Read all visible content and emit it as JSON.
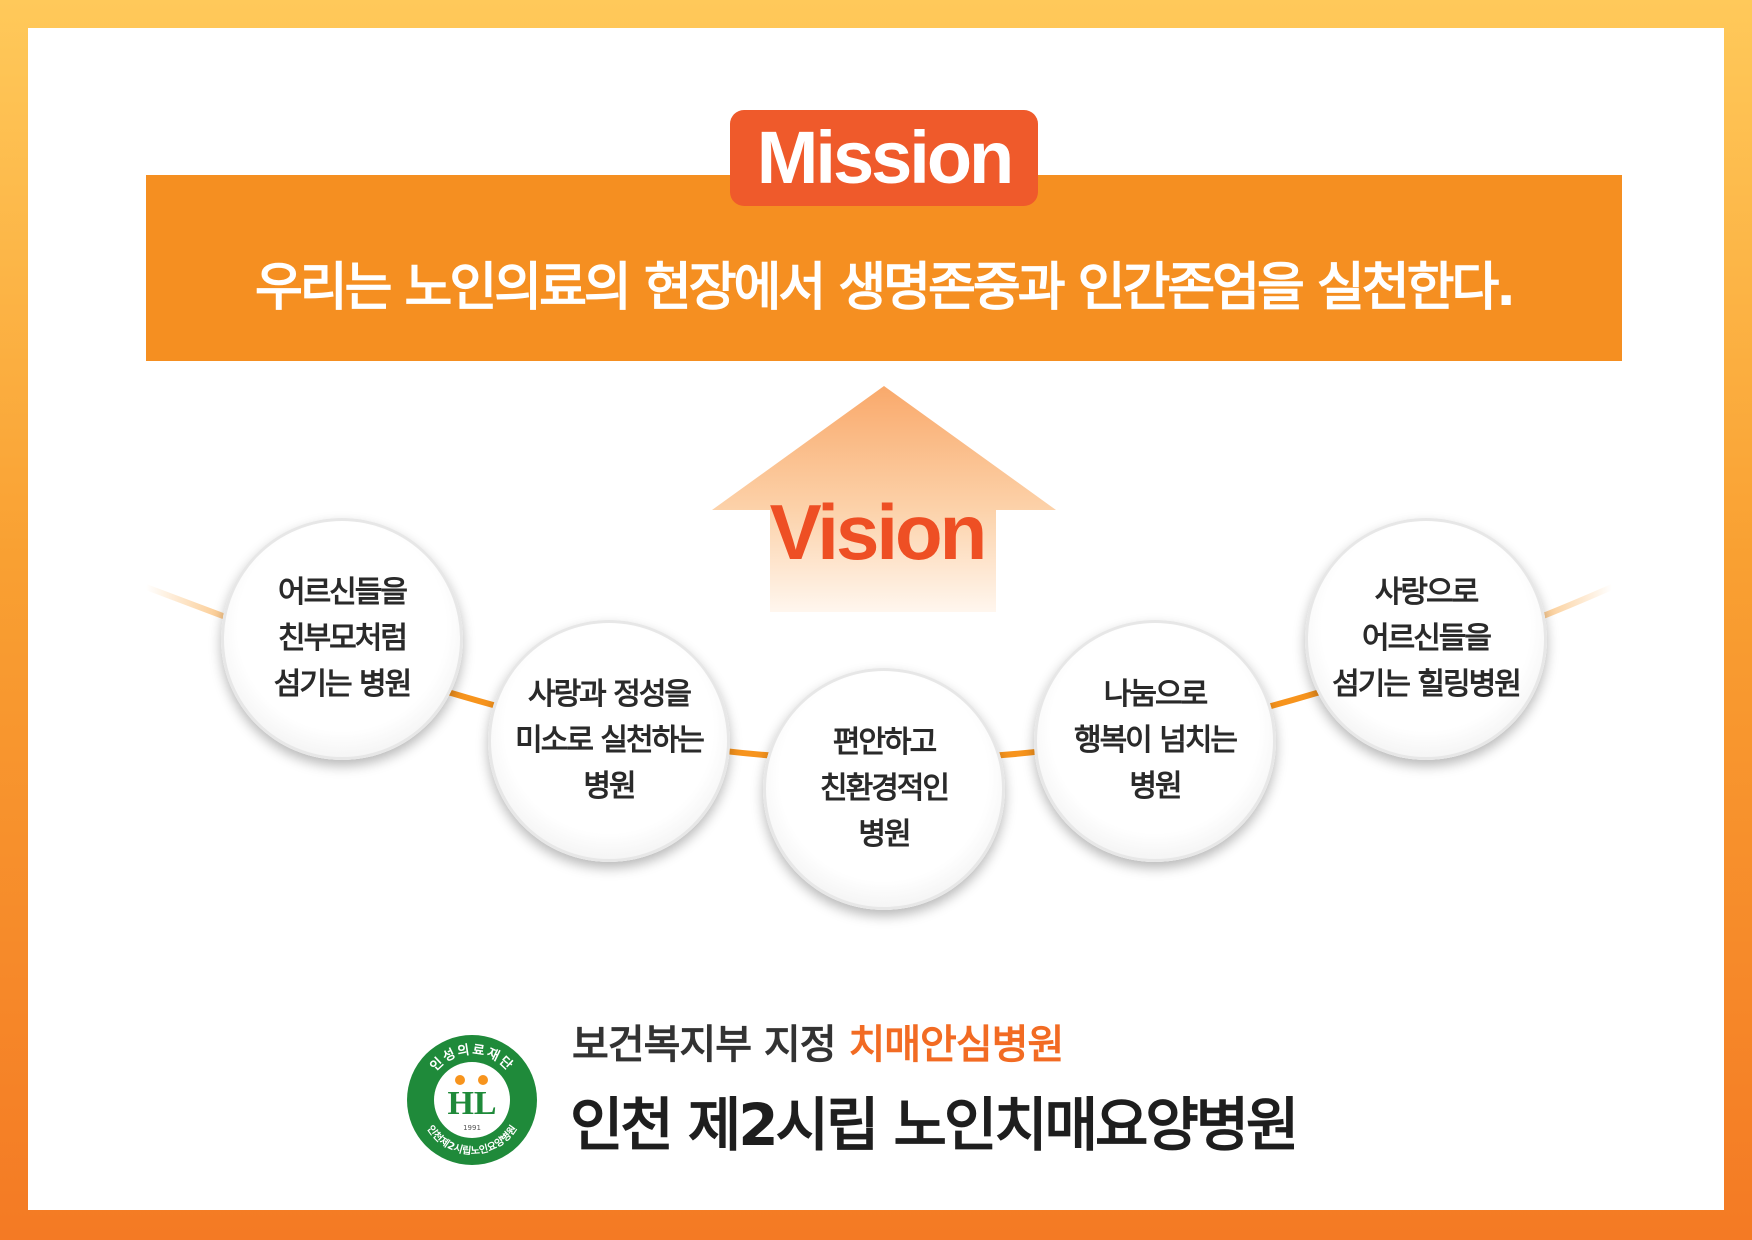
{
  "mission": {
    "label": "Mission",
    "statement": "우리는 노인의료의 현장에서 생명존중과 인간존엄을 실천한다."
  },
  "vision": {
    "label": "Vision",
    "items": [
      {
        "text": "어르신들을\n친부모처럼\n섬기는 병원"
      },
      {
        "text": "사랑과 정성을\n미소로 실천하는\n병원"
      },
      {
        "text": "편안하고\n친환경적인\n병원"
      },
      {
        "text": "나눔으로\n행복이 넘치는\n병원"
      },
      {
        "text": "사랑으로\n어르신들을\n섬기는 힐링병원"
      }
    ]
  },
  "footer": {
    "designation_prefix": "보건복지부 지정 ",
    "designation_highlight": "치매안심병원",
    "hospital_name": "인천 제2시립 노인치매요양병원"
  },
  "logo": {
    "top_text": "인성의료재단",
    "bottom_text": "인천제2시립노인요양병원",
    "letters": "HL",
    "year": "1991"
  },
  "colors": {
    "accent_orange": "#f58f21",
    "mission_tab": "#ef5a2b",
    "vision_text": "#ee4f24",
    "logo_green": "#1f8a3a"
  }
}
